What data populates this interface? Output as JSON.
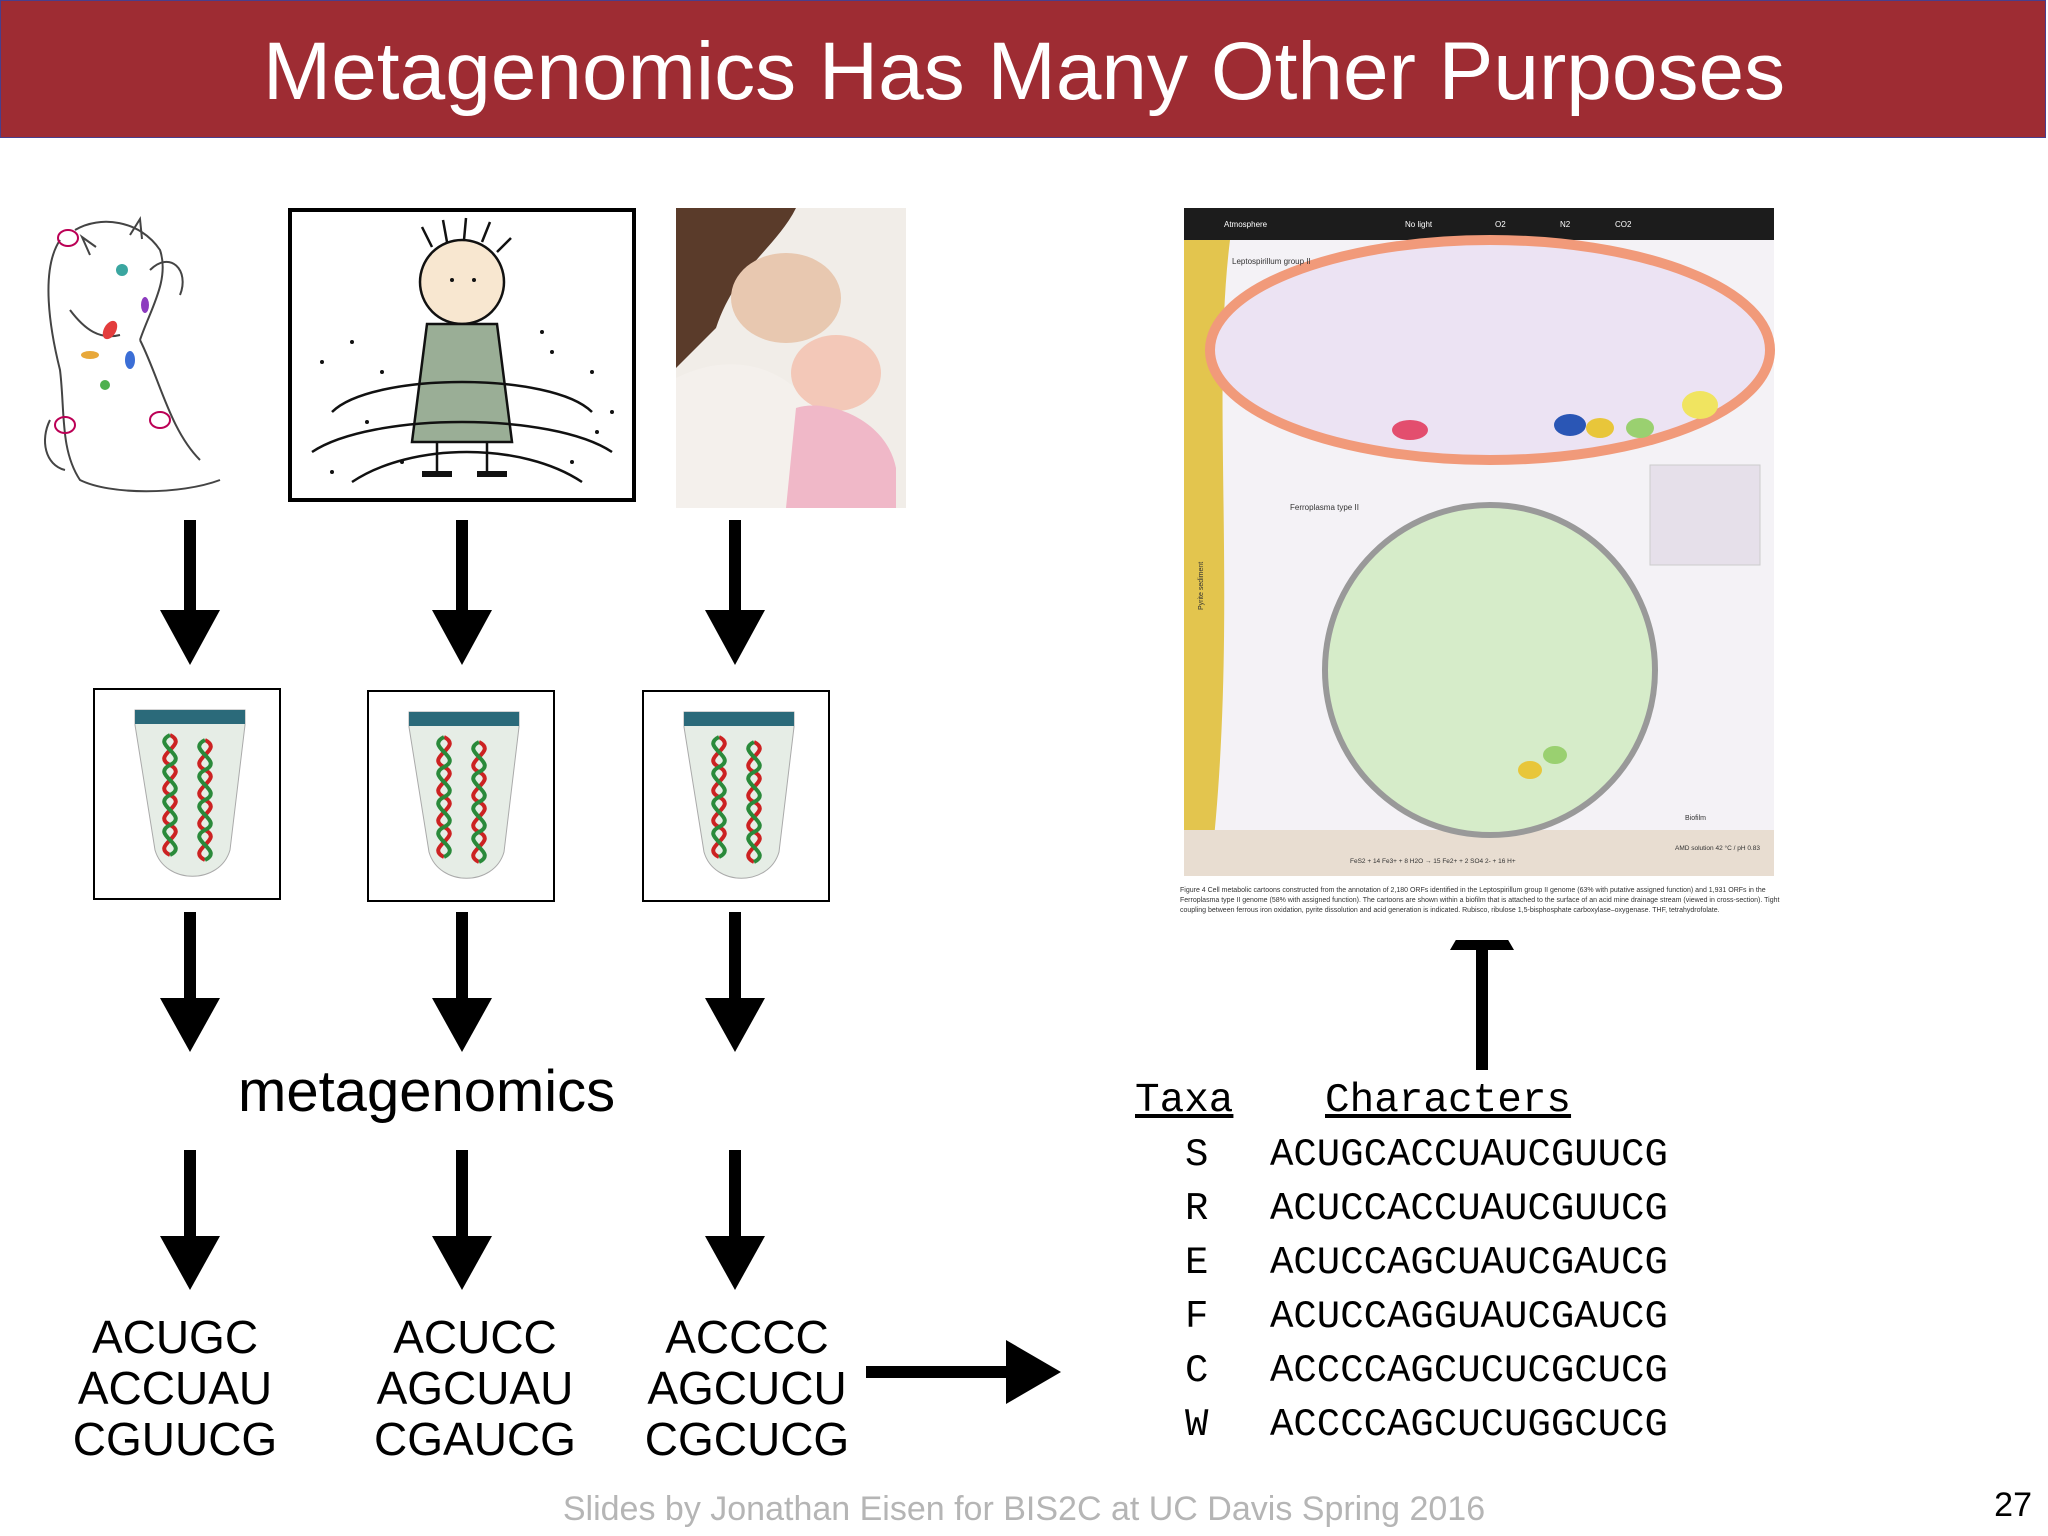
{
  "slide": {
    "title": "Metagenomics Has Many Other Purposes",
    "center_label": "metagenomics",
    "footer": "Slides by Jonathan Eisen for BIS2C at UC Davis Spring 2016",
    "page_number": "27"
  },
  "columns": [
    {
      "image": "cat-with-microbes-drawing",
      "sequence": [
        "ACUGC",
        "ACCUAU",
        "CGUUCG"
      ]
    },
    {
      "image": "pigpen-dust-cloud-drawing",
      "sequence": [
        "ACUCC",
        "AGCUAU",
        "CGAUCG"
      ]
    },
    {
      "image": "mother-nursing-baby-photo",
      "sequence": [
        "ACCCC",
        "AGCUCU",
        "CGCUCG"
      ]
    }
  ],
  "alignment": {
    "header_taxa": "Taxa",
    "header_characters": "Characters",
    "rows": [
      {
        "taxon": "S",
        "seq": "ACUGCACCUAUCGUUCG"
      },
      {
        "taxon": "R",
        "seq": "ACUCCACCUAUCGUUCG"
      },
      {
        "taxon": "E",
        "seq": "ACUCCAGCUAUCGAUCG"
      },
      {
        "taxon": "F",
        "seq": "ACUCCAGGUAUCGAUCG"
      },
      {
        "taxon": "C",
        "seq": "ACCCCAGCUCUCGCUCG"
      },
      {
        "taxon": "W",
        "seq": "ACCCCAGCUCUGGCUCG"
      }
    ]
  },
  "figure": {
    "top_labels": [
      "Atmosphere",
      "No light",
      "O2",
      "N2",
      "CO2"
    ],
    "organism_1": "Leptospirillum group II",
    "organism_2": "Ferroplasma type II",
    "side_label": "Pyrite sediment",
    "biofilm_label": "Biofilm",
    "amd_label": "AMD solution 42 °C / pH 0.83",
    "reaction": "FeS2 + 14 Fe3+ + 8 H2O → 15 Fe2+ + 2 SO4 2- + 16 H+",
    "caption": "Figure 4 Cell metabolic cartoons constructed from the annotation of 2,180 ORFs identified in the Leptospirillum group II genome (63% with putative assigned function) and 1,931 ORFs in the Ferroplasma type II genome (58% with assigned function). The cartoons are shown within a biofilm that is attached to the surface of an acid mine drainage stream (viewed in cross-section). Tight coupling between ferrous iron oxidation, pyrite dissolution and acid generation is indicated. Rubisco, ribulose 1,5-bisphosphate carboxylase–oxygenase. THF, tetrahydrofolate."
  },
  "colors": {
    "title_bar": "#9e2c33",
    "cell_1_fill": "#ece3f3",
    "cell_1_border": "#f19a7a",
    "cell_2_fill": "#d6ecc9",
    "sediment": "#e3c54e",
    "footer_text": "#b5b5b5"
  }
}
